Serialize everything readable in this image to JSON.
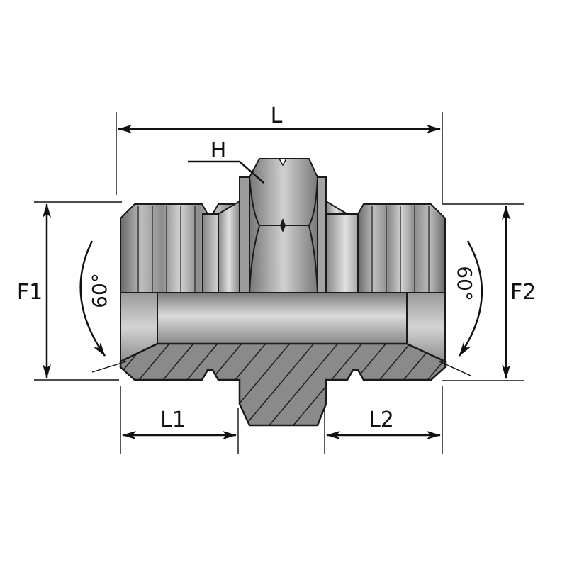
{
  "labels": {
    "overall_length": "L",
    "hex": "H",
    "left_thread_diameter": "F1",
    "right_thread_diameter": "F2",
    "left_thread_length": "L1",
    "right_thread_length": "L2",
    "left_angle": "60°",
    "right_angle": "60°"
  },
  "colors": {
    "metal_light": "#c9c9c9",
    "metal_dark": "#6f6f6f",
    "outline": "#1a1a1a",
    "section_fill": "#8a8a8a",
    "hatch": "#222222"
  }
}
